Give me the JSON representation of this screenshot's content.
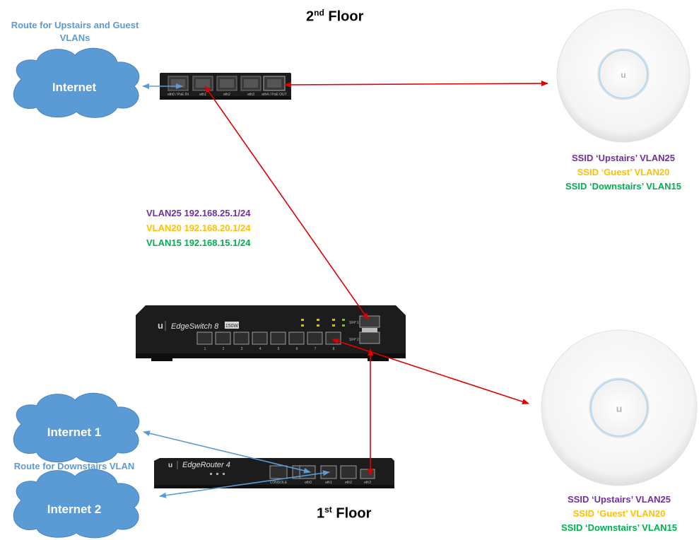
{
  "floors": {
    "second": {
      "base": "2",
      "sup": "nd",
      "word": "Floor"
    },
    "first": {
      "base": "1",
      "sup": "st",
      "word": "Floor"
    }
  },
  "route_notes": {
    "upstairs_guest": "Route for Upstairs and Guest VLANs",
    "downstairs": "Route for Downstairs VLAN"
  },
  "clouds": {
    "top": "Internet",
    "internet1": "Internet 1",
    "internet2": "Internet 2"
  },
  "vlan_subnets": [
    {
      "text": "VLAN25 192.168.25.1/24",
      "color": "#7030a0"
    },
    {
      "text": "VLAN20 192.168.20.1/24",
      "color": "#ffc000"
    },
    {
      "text": "VLAN15 192.168.15.1/24",
      "color": "#00b050"
    }
  ],
  "ssids_upper": [
    {
      "text": "SSID ‘Upstairs’ VLAN25",
      "color": "#7030a0"
    },
    {
      "text": "SSID ‘Guest’ VLAN20",
      "color": "#ffc000"
    },
    {
      "text": "SSID ‘Downstairs’ VLAN15",
      "color": "#00b050"
    }
  ],
  "ssids_lower": [
    {
      "text": "SSID ‘Upstairs’ VLAN25",
      "color": "#7030a0"
    },
    {
      "text": "SSID ‘Guest’ VLAN20",
      "color": "#ffc000"
    },
    {
      "text": "SSID ‘Downstairs’ VLAN15",
      "color": "#00b050"
    }
  ],
  "devices": {
    "poe_router_ports": [
      "eth0 / PoE IN",
      "eth1",
      "eth2",
      "eth3",
      "eth4 / PoE OUT"
    ],
    "switch_name": "EdgeSwitch 8",
    "switch_badge": "150W",
    "switch_ports": [
      "1",
      "2",
      "3",
      "4",
      "5",
      "6",
      "7",
      "8"
    ],
    "switch_sfp": [
      "SFP 1",
      "SFP 2"
    ],
    "router_name": "EdgeRouter 4",
    "router_ports": [
      "CONSOLE",
      "eth0",
      "eth1",
      "eth2",
      "eth3"
    ]
  },
  "colors": {
    "link_red": "#e00000",
    "link_blue": "#5b9bd5",
    "cloud_fill": "#5b9bd5",
    "device_body": "#1c1c1c"
  }
}
